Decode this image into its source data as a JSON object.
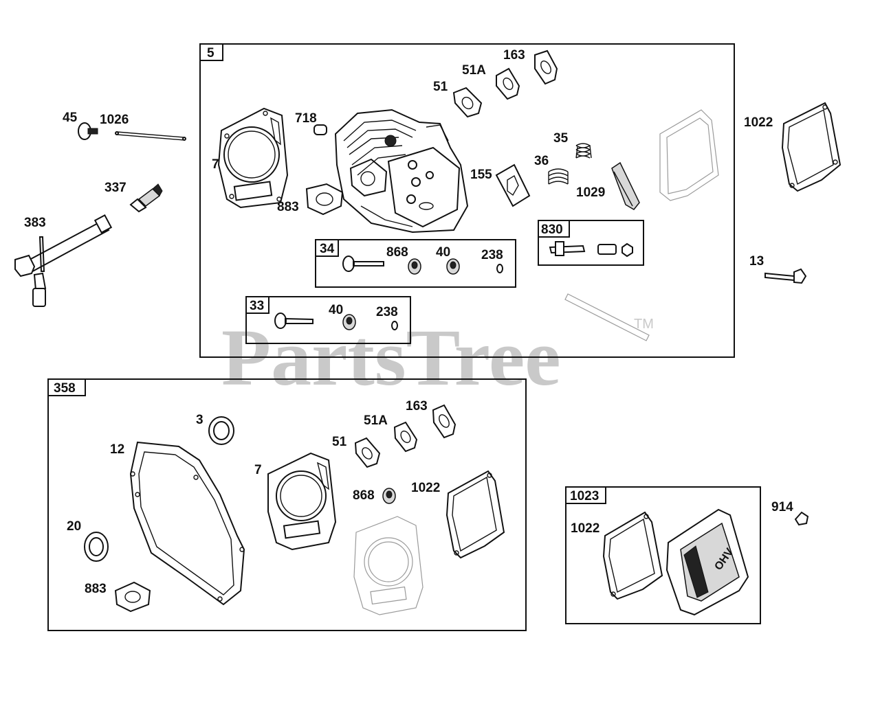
{
  "watermark": {
    "text": "PartsTree",
    "trademark": "TM"
  },
  "boxes": {
    "b5": "5",
    "b34": "34",
    "b33": "33",
    "b830": "830",
    "b358": "358",
    "b1023": "1023"
  },
  "labels": {
    "l45": "45",
    "l1026": "1026",
    "l337": "337",
    "l383": "383",
    "l7a": "7",
    "l718": "718",
    "l883a": "883",
    "l51a": "51",
    "l51Aa": "51A",
    "l163a": "163",
    "l155": "155",
    "l35": "35",
    "l36": "36",
    "l1029": "1029",
    "l1022a": "1022",
    "l13": "13",
    "l868a": "868",
    "l40a": "40",
    "l238a": "238",
    "l40b": "40",
    "l238b": "238",
    "l3": "3",
    "l12": "12",
    "l7b": "7",
    "l51b": "51",
    "l51Ab": "51A",
    "l163b": "163",
    "l868b": "868",
    "l1022b": "1022",
    "l20": "20",
    "l883b": "883",
    "l1022c": "1022",
    "l914": "914"
  },
  "cover_badge": "OHV"
}
